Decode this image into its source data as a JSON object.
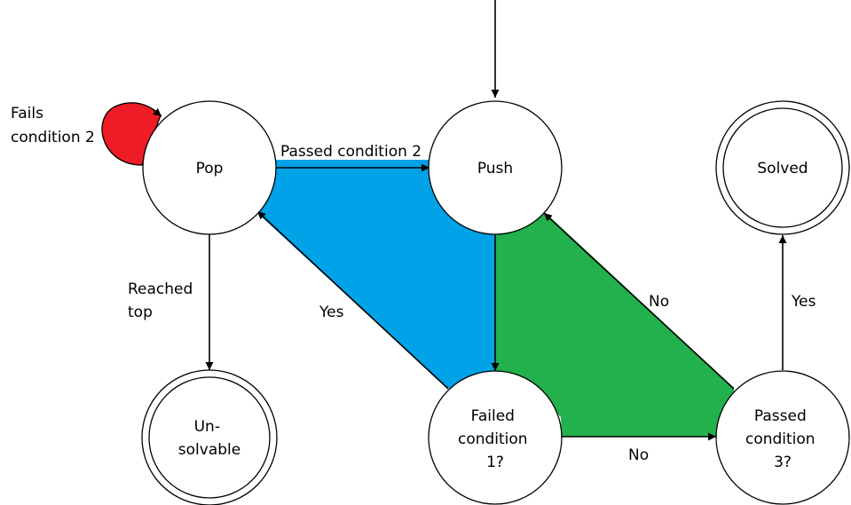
{
  "colors": {
    "self_loop": "#ee1c25",
    "region_yes": "#00a2e8",
    "region_no": "#22b14c",
    "stroke": "#000000",
    "fill": "#ffffff"
  },
  "nodes": {
    "pop": [
      "Pop"
    ],
    "push": [
      "Push"
    ],
    "solved": [
      "Solved"
    ],
    "unsolvable": [
      "Un-",
      "solvable"
    ],
    "failed1": [
      "Failed",
      "condition",
      "1?"
    ],
    "passed3": [
      "Passed",
      "condition",
      "3?"
    ]
  },
  "edges": {
    "fails2": [
      "Fails",
      "condition 2"
    ],
    "passed2": [
      "Passed condition 2"
    ],
    "reached_top": [
      "Reached",
      "top"
    ],
    "yes_pop": [
      "Yes"
    ],
    "no_push": [
      "No"
    ],
    "yes_solved": [
      "Yes"
    ],
    "no_passed3": [
      "No"
    ]
  }
}
